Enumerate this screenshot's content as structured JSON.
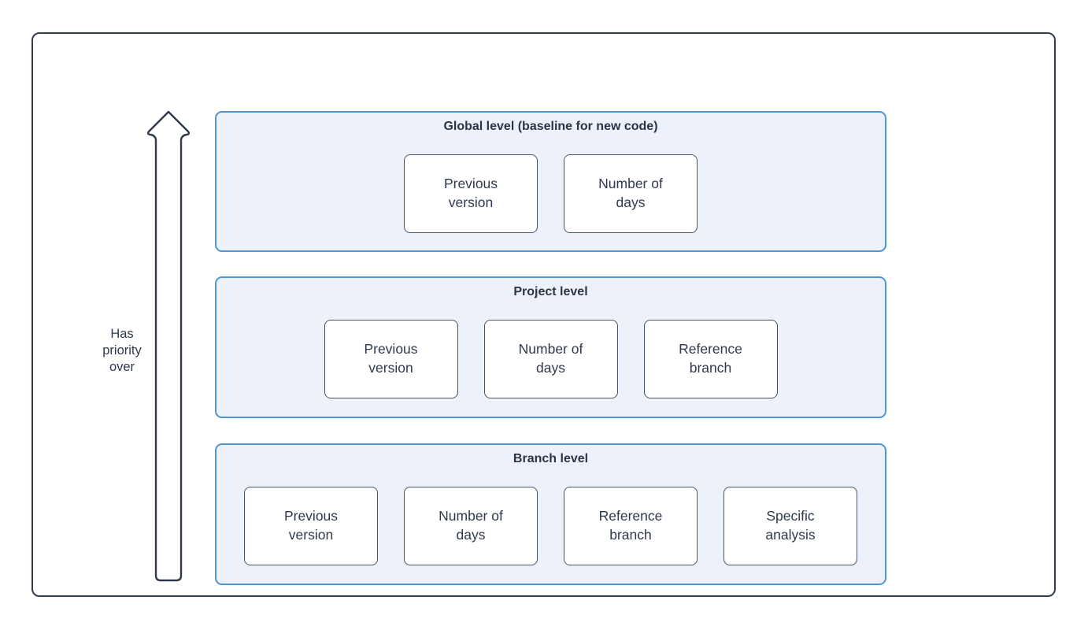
{
  "diagram": {
    "arrow": {
      "icon": "up-arrow-outline-icon",
      "label": "Has\npriority\nover"
    },
    "levels": [
      {
        "id": "global",
        "title": "Global level (baseline for new code)",
        "boxes": [
          "Previous\nversion",
          "Number of\ndays"
        ]
      },
      {
        "id": "project",
        "title": "Project level",
        "boxes": [
          "Previous\nversion",
          "Number of\ndays",
          "Reference\nbranch"
        ]
      },
      {
        "id": "branch",
        "title": "Branch level",
        "boxes": [
          "Previous\nversion",
          "Number of\ndays",
          "Reference\nbranch",
          "Specific\nanalysis"
        ]
      }
    ],
    "colors": {
      "accent_blue": "#4e96d1",
      "level_fill": "#edf1f9",
      "ink": "#2e3a4c",
      "box_border": "#47536a",
      "box_fill": "#ffffff",
      "frame_border": "#333e4d",
      "page_background": "#ffffff"
    }
  }
}
